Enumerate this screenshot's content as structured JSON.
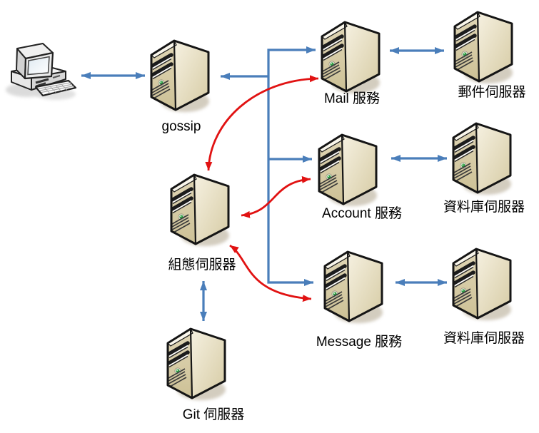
{
  "diagram_type": "architecture-diagram",
  "colors": {
    "background": "#ffffff",
    "arrow-blue": "#4a7eba",
    "arrow-red": "#e11212",
    "server-front": "#d8cda9",
    "server-side": "#f2ecda",
    "server-top": "#faf7ec",
    "outline": "#151515",
    "led-green": "#2f9e44",
    "label-color": "#000000"
  },
  "nodes": {
    "client": {
      "label": "",
      "icon": "desktop-computer"
    },
    "gossip": {
      "label": "gossip",
      "icon": "server"
    },
    "mail_service": {
      "label": "Mail 服務",
      "icon": "server"
    },
    "mail_server": {
      "label": "郵件伺服器",
      "icon": "server"
    },
    "account_service": {
      "label": "Account 服務",
      "icon": "server"
    },
    "db_server_account": {
      "label": "資料庫伺服器",
      "icon": "server"
    },
    "message_service": {
      "label": "Message 服務",
      "icon": "server"
    },
    "db_server_message": {
      "label": "資料庫伺服器",
      "icon": "server"
    },
    "config_server": {
      "label": "組態伺服器",
      "icon": "server"
    },
    "git_server": {
      "label": "Git 伺服器",
      "icon": "server"
    }
  },
  "edges": [
    {
      "from": "client",
      "to": "gossip",
      "color": "blue",
      "bidirectional": true
    },
    {
      "from": "service-branch",
      "to": "gossip",
      "color": "blue",
      "bidirectional": false
    },
    {
      "from": "service-branch",
      "to": "mail_service",
      "color": "blue",
      "bidirectional": false
    },
    {
      "from": "service-branch",
      "to": "account_service",
      "color": "blue",
      "bidirectional": false
    },
    {
      "from": "service-branch",
      "to": "message_service",
      "color": "blue",
      "bidirectional": false
    },
    {
      "from": "mail_service",
      "to": "mail_server",
      "color": "blue",
      "bidirectional": true
    },
    {
      "from": "account_service",
      "to": "db_server_account",
      "color": "blue",
      "bidirectional": true
    },
    {
      "from": "message_service",
      "to": "db_server_message",
      "color": "blue",
      "bidirectional": true
    },
    {
      "from": "config_server",
      "to": "git_server",
      "color": "blue",
      "bidirectional": true
    },
    {
      "from": "config_server",
      "to": "mail_service",
      "color": "red",
      "bidirectional": true,
      "shape": "curved"
    },
    {
      "from": "config_server",
      "to": "account_service",
      "color": "red",
      "bidirectional": true,
      "shape": "curved"
    },
    {
      "from": "config_server",
      "to": "message_service",
      "color": "red",
      "bidirectional": true,
      "shape": "curved"
    }
  ]
}
